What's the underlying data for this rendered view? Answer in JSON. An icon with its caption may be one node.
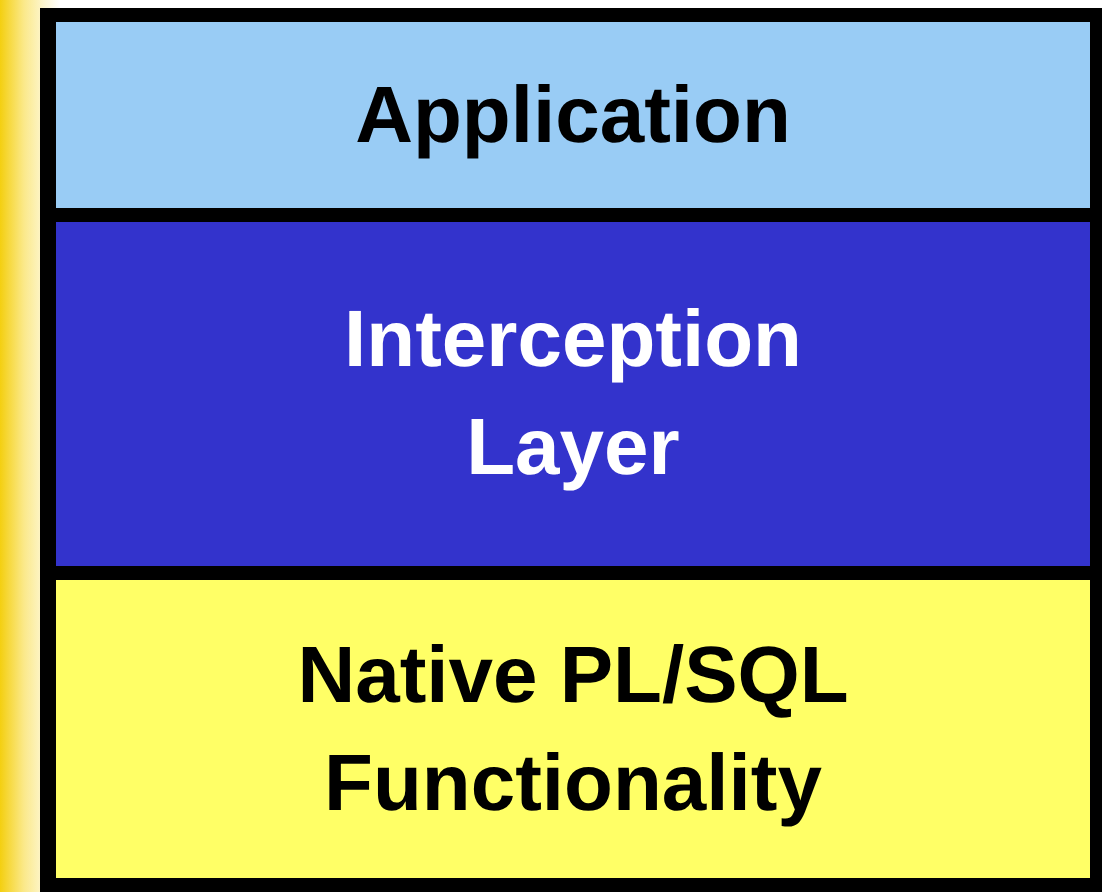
{
  "diagram": {
    "nodes": [
      {
        "text": [
          "Application"
        ]
      },
      {
        "text": [
          "Interception Layer"
        ]
      },
      {
        "text": [
          "Native PL/SQL Functionality"
        ]
      }
    ]
  }
}
